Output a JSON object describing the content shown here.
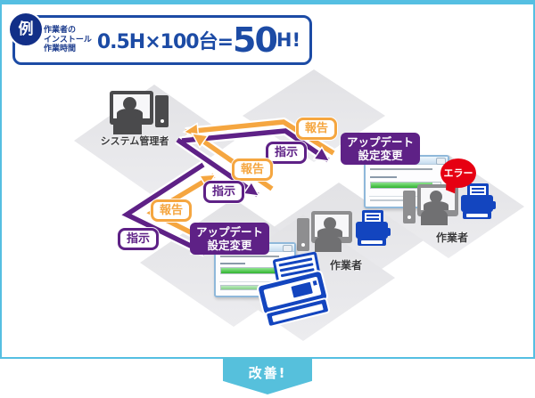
{
  "header": {
    "badge": "例",
    "label_line1": "作業者の",
    "label_line2": "インストール",
    "label_line3": "作業時間",
    "formula_prefix": "0.5H×100台=",
    "formula_big": "50",
    "formula_suffix": "H!"
  },
  "labels": {
    "admin": "システム管理者",
    "worker": "作業者",
    "report": "報告",
    "instruct": "指示",
    "update_line1": "アップデート",
    "update_line2": "設定変更",
    "error": "エラー",
    "improve": "改善!"
  },
  "colors": {
    "frame_blue": "#55BFE2",
    "accent_blue": "#1C4BA5",
    "badge_navy": "#122F88",
    "report_orange": "#F5A640",
    "instruct_purple": "#5E2186",
    "error_red": "#E60012",
    "banner_blue": "#56C0DC",
    "printer_blue": "#1345BF",
    "progress_green": "#3DBE3D",
    "floor_gray": "#E4E4E7"
  }
}
